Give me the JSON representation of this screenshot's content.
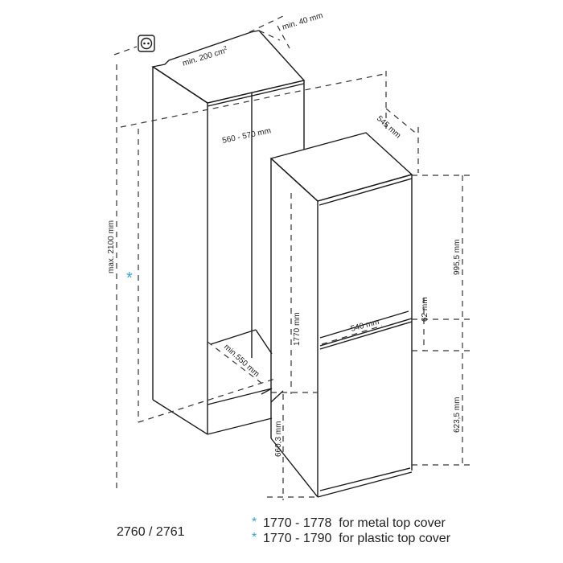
{
  "diagram": {
    "type": "built-in refrigerator installation dimensions",
    "model": "2760 / 2761",
    "colors": {
      "line": "#1a1a1a",
      "asterisk": "#3a9fd0",
      "background": "#ffffff"
    },
    "icons": {
      "socket": "power-socket-icon"
    },
    "niche": {
      "ventilation_area": "min. 200 cm",
      "ventilation_area_sup": "2",
      "top_gap": "min. 40 mm",
      "width": "560 - 570 mm",
      "max_height": "max. 2100 mm",
      "depth": "min.550 mm",
      "height_marker": "*"
    },
    "appliance": {
      "depth": "545 mm",
      "width": "540 mm",
      "height": "1770 mm",
      "upper_door_height": "995,5 mm",
      "gap": "62 mm",
      "lower_door_height": "623,5 mm",
      "lower_hinge_height": "660,3 mm"
    },
    "notes": [
      {
        "marker": "*",
        "text": "1770 - 1778  for metal top cover"
      },
      {
        "marker": "*",
        "text": "1770 - 1790  for plastic top cover"
      }
    ]
  }
}
